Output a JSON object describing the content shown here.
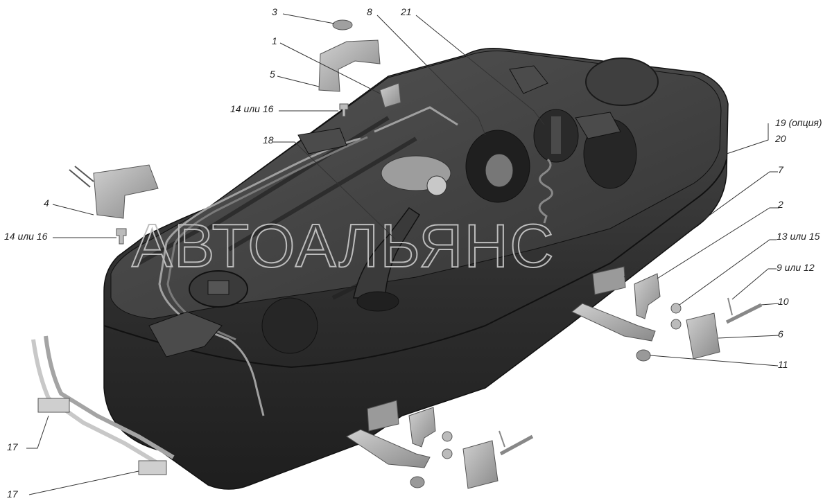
{
  "watermark": "АВТОАЛЬЯНС",
  "colors": {
    "tank": "#2e2e2e",
    "tank_light": "#4a4a4a",
    "part_metal": "#a9a9a9",
    "leader": "#333333",
    "label": "#222222"
  },
  "callouts": [
    {
      "id": "c3",
      "text": "3"
    },
    {
      "id": "c8",
      "text": "8"
    },
    {
      "id": "c21",
      "text": "21"
    },
    {
      "id": "c1",
      "text": "1"
    },
    {
      "id": "c5",
      "text": "5"
    },
    {
      "id": "c14a",
      "text": "14 или 16"
    },
    {
      "id": "c18",
      "text": "18"
    },
    {
      "id": "c19",
      "text": "19 (опция)"
    },
    {
      "id": "c20",
      "text": "20"
    },
    {
      "id": "c4",
      "text": "4"
    },
    {
      "id": "c7",
      "text": "7"
    },
    {
      "id": "c14b",
      "text": "14 или 16"
    },
    {
      "id": "c2",
      "text": "2"
    },
    {
      "id": "c13",
      "text": "13 или 15"
    },
    {
      "id": "c9",
      "text": "9 или 12"
    },
    {
      "id": "c10",
      "text": "10"
    },
    {
      "id": "c6",
      "text": "6"
    },
    {
      "id": "c11",
      "text": "11"
    },
    {
      "id": "c17a",
      "text": "17"
    },
    {
      "id": "c17b",
      "text": "17"
    }
  ]
}
